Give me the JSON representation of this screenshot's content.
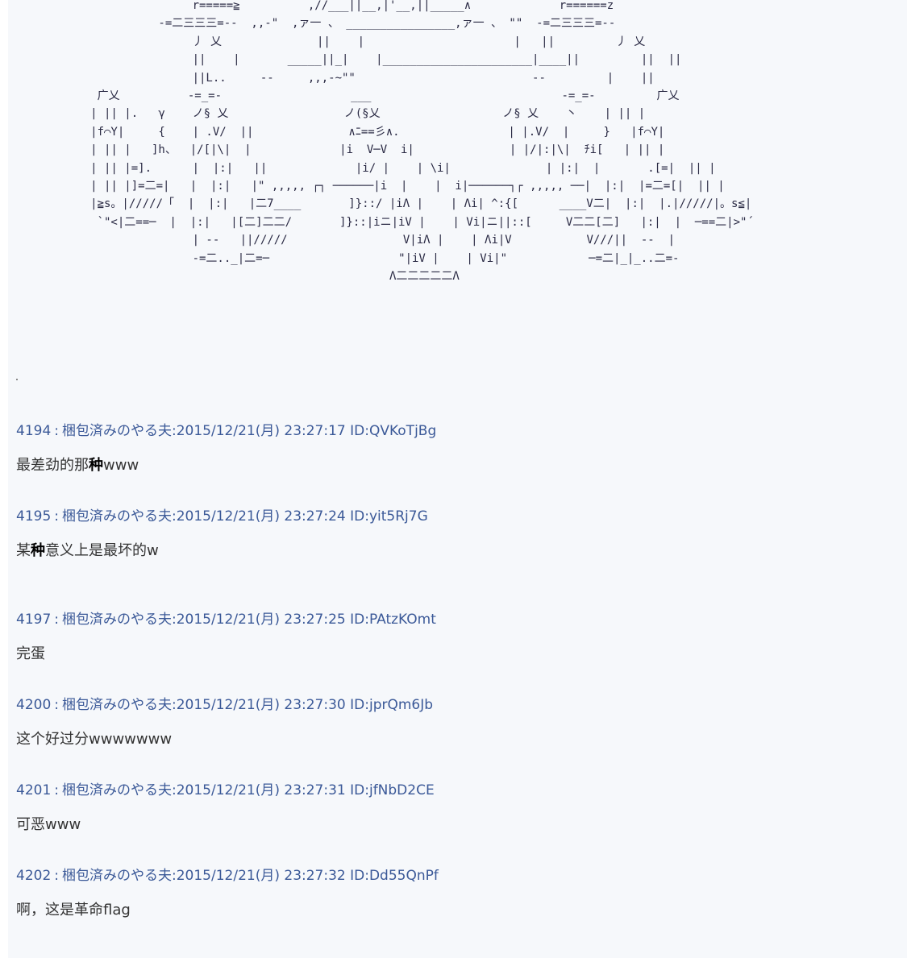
{
  "ascii_art": [
    "                    r=====≧          ,//___||__,|'__,||_____∧             r======z",
    "               -=二三三三=--  ,,-\"  ,ァ一 、 ________________,ァ一 、 \"\"  -=二三三三=--",
    "                    丿 乂              ||    |                      |   ||         丿 乂",
    "                    ||    |       _____||_|    |______________________|____||         ||  ||",
    "                    ||L..     --     ,,,-~\"\"                          --         |    ||",
    "      广乂          -=_=-                   ___                            -=_=-         广乂",
    "     | || |.   γ    ノ§ 乂                 ノ(§乂                  ノ§ 乂    丶    | || |",
    "     |f⌒Y|     {    | .V/  ||              ∧ﾆ==彡∧.                | |.V/  |     }   |f⌒Y|",
    "     | || |   ]h、  |/[|\\|  |             |i  V─V  i|              | |/|:|\\|  ﾁi[   | || |",
    "     | || |=].      |  |:|   ||             |i/ |    | \\i|              | |:|  |       .[=|  || |",
    "     | || |]=二=|   |  |:|   |\" ,,,,, ┌┐ ──────|i  |    |  i|──────┐┌ ,,,,, ──|  |:|  |=二=[|  || |",
    "     |≧s。|/////「  |  |:|   |二7____       ]}::/ |iΛ |    | Λi| ^:{[      ____V二|  |:|  |.|/////|。s≦|",
    "      `\"<|二==─  |  |:|   |[二]二二/       ]}::|iニ|iV |    | Vi|ニ||::[     V二二[二]   |:|  |  ─==二|>\"´",
    "                    | --   ||/////                 V|iΛ |    | Λi|V           V///||  --  |",
    "                    -=二.._|二=─                   \"|iV |    | Vi|\"            ─=二|_|_..二=-",
    "                                                 Λ二二二二二Λ"
  ],
  "posts": [
    {
      "num": "4194",
      "sep": ":",
      "name": "梱包済みのやる夫",
      "date": ":2015/12/21(月) 23:27:17",
      "id": " ID:QVKoTjBg",
      "body_a": "最差劲的那",
      "body_hl": "种",
      "body_b": "www"
    },
    {
      "num": "4195",
      "sep": ":",
      "name": "梱包済みのやる夫",
      "date": ":2015/12/21(月) 23:27:24",
      "id": " ID:yit5Rj7G",
      "body_a": "某",
      "body_hl": "种",
      "body_b": "意义上是最坏的w"
    },
    {
      "num": "4197",
      "sep": ":",
      "name": "梱包済みのやる夫",
      "date": ":2015/12/21(月) 23:27:25",
      "id": " ID:PAtzKOmt",
      "body_a": "完蛋",
      "body_hl": "",
      "body_b": ""
    },
    {
      "num": "4200",
      "sep": ":",
      "name": "梱包済みのやる夫",
      "date": ":2015/12/21(月) 23:27:30",
      "id": " ID:jprQm6Jb",
      "body_a": "这个好过分wwwwwww",
      "body_hl": "",
      "body_b": ""
    },
    {
      "num": "4201",
      "sep": ":",
      "name": "梱包済みのやる夫",
      "date": ":2015/12/21(月) 23:27:31",
      "id": " ID:jfNbD2CE",
      "body_a": "可恶www",
      "body_hl": "",
      "body_b": ""
    },
    {
      "num": "4202",
      "sep": ":",
      "name": "梱包済みのやる夫",
      "date": ":2015/12/21(月) 23:27:32",
      "id": " ID:Dd55QnPf",
      "body_a": "啊，这是革命flag",
      "body_hl": "",
      "body_b": ""
    }
  ]
}
